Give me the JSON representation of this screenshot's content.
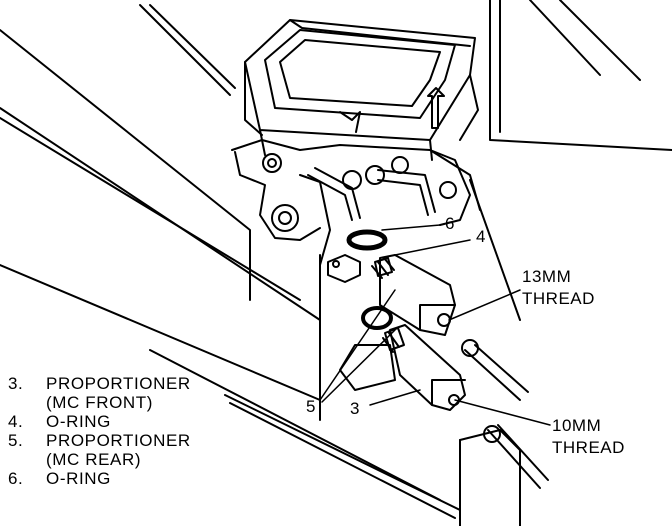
{
  "callouts": {
    "n6": "6",
    "n4": "4",
    "n5": "5",
    "n3": "3",
    "thread_13_size": "13MM",
    "thread_13_word": "THREAD",
    "thread_10_size": "10MM",
    "thread_10_word": "THREAD"
  },
  "legend": [
    {
      "num": "3.",
      "text": "PROPORTIONER"
    },
    {
      "num": "",
      "text": "(MC FRONT)"
    },
    {
      "num": "4.",
      "text": "O-RING"
    },
    {
      "num": "5.",
      "text": "PROPORTIONER"
    },
    {
      "num": "",
      "text": "(MC REAR)"
    },
    {
      "num": "6.",
      "text": "O-RING"
    }
  ],
  "colors": {
    "ink": "#000000",
    "paper": "#ffffff"
  }
}
